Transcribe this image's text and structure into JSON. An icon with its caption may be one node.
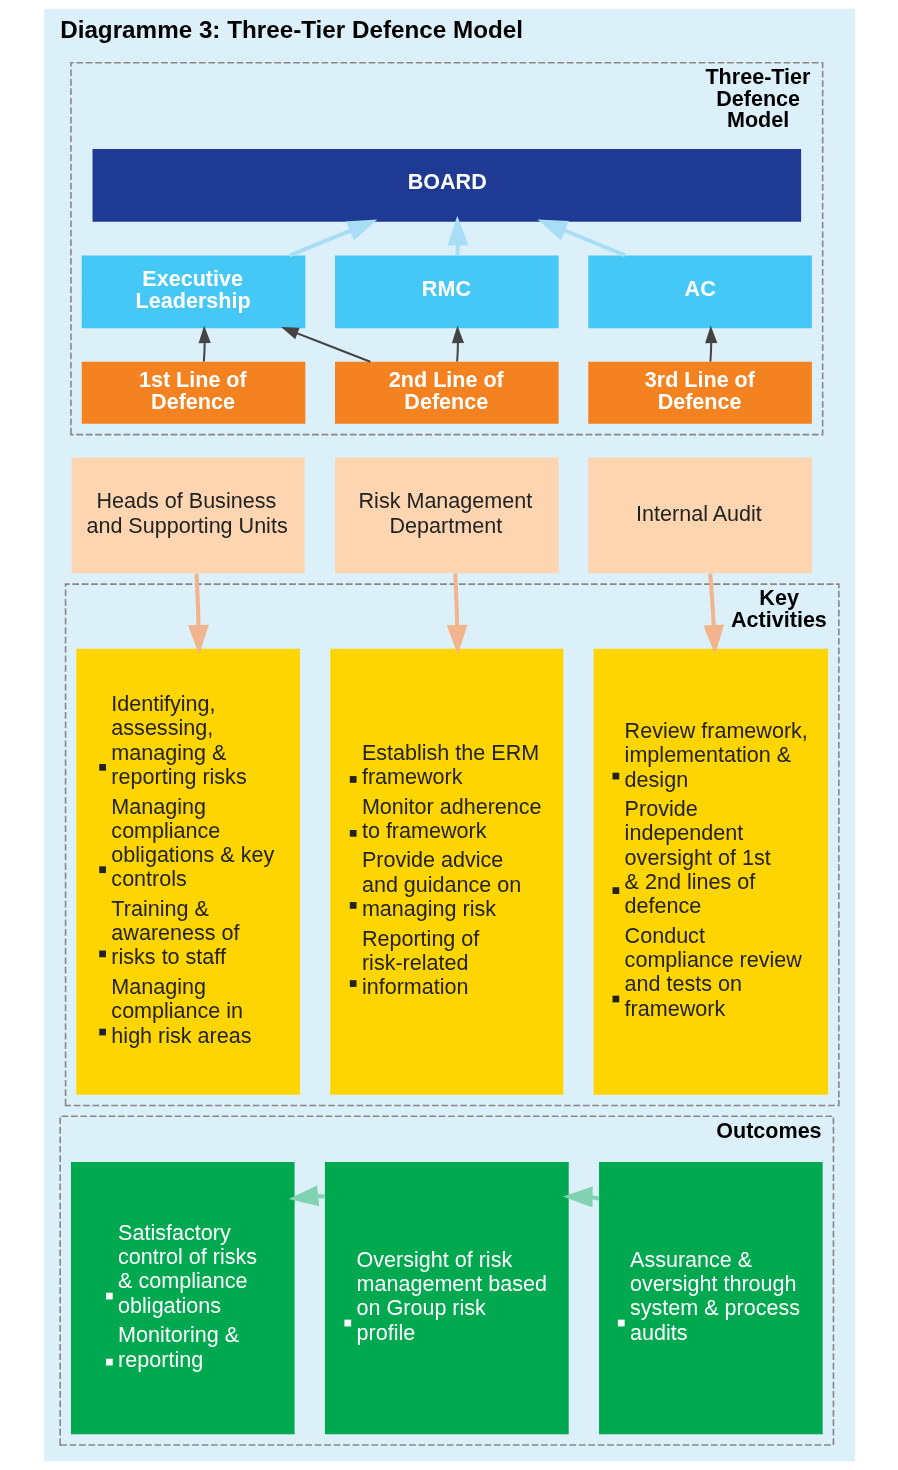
{
  "diagram": {
    "title": "Diagramme 3: Three-Tier Defence Model",
    "nodes": [
      {
        "text": [
          "Three-Tier Defence Model"
        ]
      },
      {
        "text": [
          "BOARD"
        ],
        "in": 0
      },
      {
        "text": [
          "Executive Leadership"
        ],
        "in": 0
      },
      {
        "text": [
          "RMC"
        ],
        "in": 0
      },
      {
        "text": [
          "AC"
        ],
        "in": 0
      },
      {
        "text": [
          "1st Line of Defence"
        ],
        "in": 0
      },
      {
        "text": [
          "2nd Line of Defence"
        ],
        "in": 0
      },
      {
        "text": [
          "3rd Line of Defence"
        ],
        "in": 0
      },
      {
        "text": [
          "Heads of Business and Supporting Units"
        ]
      },
      {
        "text": [
          "Risk Management Department"
        ]
      },
      {
        "text": [
          "Internal Audit"
        ]
      },
      {
        "text": [
          "Key Activities"
        ]
      },
      {
        "text": [
          "Identifying, assessing, managing & reporting risks",
          "Managing compliance obligations & key controls",
          "Training & awareness of risks to staff",
          "Managing compliance in high risk areas"
        ],
        "in": 11
      },
      {
        "text": [
          "Establish the ERM framework",
          "Monitor adherence to framework",
          "Provide advice and guidance on managing risk",
          "Reporting of risk-related information"
        ],
        "in": 11
      },
      {
        "text": [
          "Review framework, implementation & design",
          "Provide independent oversight of 1st & 2nd lines of defence",
          "Conduct compliance review and tests on framework"
        ],
        "in": 11
      },
      {
        "text": [
          "Outcomes"
        ]
      },
      {
        "text": [
          "Satisfactory control of risks & compliance obligations",
          "Monitoring & reporting"
        ],
        "in": 15
      },
      {
        "text": [
          "Oversight of risk management based on Group risk profile"
        ],
        "in": 15
      },
      {
        "text": [
          "Assurance & oversight through system & process audits"
        ],
        "in": 15
      }
    ],
    "edges": [
      {
        "from": 2,
        "to": 1,
        "arrow": "to",
        "color": "#a8def5"
      },
      {
        "from": 3,
        "to": 1,
        "arrow": "to",
        "color": "#a8def5"
      },
      {
        "from": 4,
        "to": 1,
        "arrow": "to",
        "color": "#a8def5"
      },
      {
        "from": 5,
        "to": 2,
        "arrow": "to"
      },
      {
        "from": 6,
        "to": 2,
        "arrow": "to"
      },
      {
        "from": 6,
        "to": 3,
        "arrow": "to"
      },
      {
        "from": 7,
        "to": 4,
        "arrow": "to"
      },
      {
        "from": 8,
        "to": 12,
        "arrow": "to",
        "color": "#f2b48c"
      },
      {
        "from": 9,
        "to": 13,
        "arrow": "to",
        "color": "#f2b48c"
      },
      {
        "from": 10,
        "to": 14,
        "arrow": "to",
        "color": "#f2b48c"
      },
      {
        "from": 17,
        "to": 16,
        "arrow": "to",
        "color": "#7fd3b0"
      },
      {
        "from": 18,
        "to": 17,
        "arrow": "to",
        "color": "#7fd3b0"
      }
    ]
  }
}
